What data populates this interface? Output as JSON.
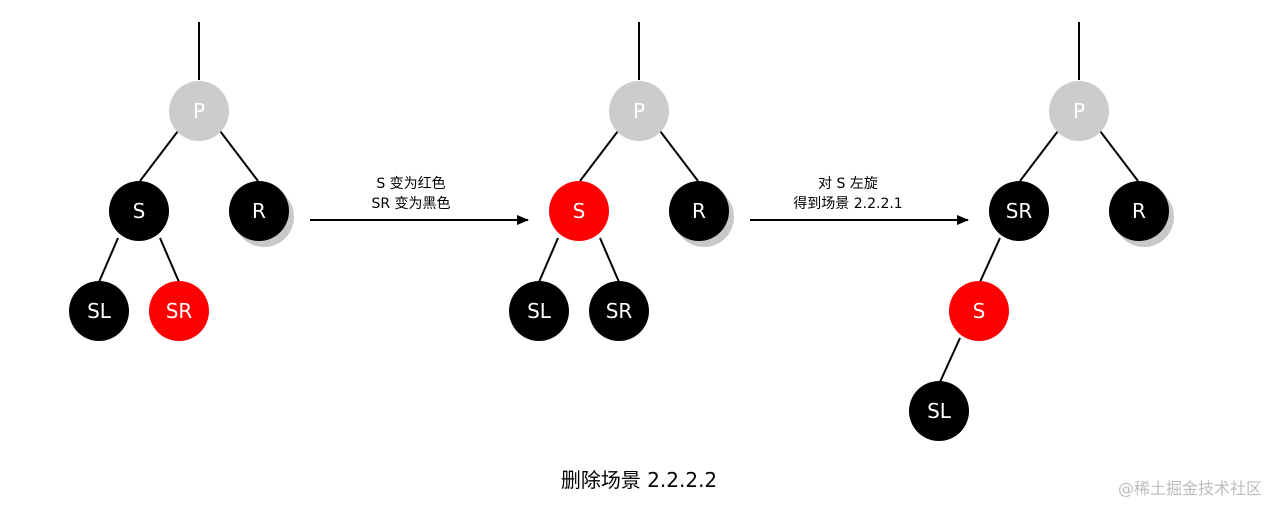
{
  "colors": {
    "black_node": "#000000",
    "red_node": "#ff0000",
    "gray_node": "#cccccc",
    "shadow": "#c8c8c8",
    "edge": "#000000",
    "label": "#ffffff"
  },
  "trees": [
    {
      "nodes": [
        {
          "id": "P",
          "label": "P",
          "color": "gray",
          "shadow": false
        },
        {
          "id": "S",
          "label": "S",
          "color": "black",
          "shadow": false
        },
        {
          "id": "R",
          "label": "R",
          "color": "black",
          "shadow": true
        },
        {
          "id": "SL",
          "label": "SL",
          "color": "black",
          "shadow": false
        },
        {
          "id": "SR",
          "label": "SR",
          "color": "red",
          "shadow": false
        }
      ]
    },
    {
      "nodes": [
        {
          "id": "P",
          "label": "P",
          "color": "gray",
          "shadow": false
        },
        {
          "id": "S",
          "label": "S",
          "color": "red",
          "shadow": false
        },
        {
          "id": "R",
          "label": "R",
          "color": "black",
          "shadow": true
        },
        {
          "id": "SL",
          "label": "SL",
          "color": "black",
          "shadow": false
        },
        {
          "id": "SR",
          "label": "SR",
          "color": "black",
          "shadow": false
        }
      ]
    },
    {
      "nodes": [
        {
          "id": "P",
          "label": "P",
          "color": "gray",
          "shadow": false
        },
        {
          "id": "SR",
          "label": "SR",
          "color": "black",
          "shadow": false
        },
        {
          "id": "R",
          "label": "R",
          "color": "black",
          "shadow": true
        },
        {
          "id": "S",
          "label": "S",
          "color": "red",
          "shadow": false
        },
        {
          "id": "SL",
          "label": "SL",
          "color": "black",
          "shadow": false
        }
      ]
    }
  ],
  "arrows": [
    {
      "lines": [
        "S 变为红色",
        "SR 变为黑色"
      ]
    },
    {
      "lines": [
        "对 S 左旋",
        "得到场景 2.2.2.1"
      ]
    }
  ],
  "caption": "删除场景 2.2.2.2",
  "watermark": "@稀土掘金技术社区"
}
